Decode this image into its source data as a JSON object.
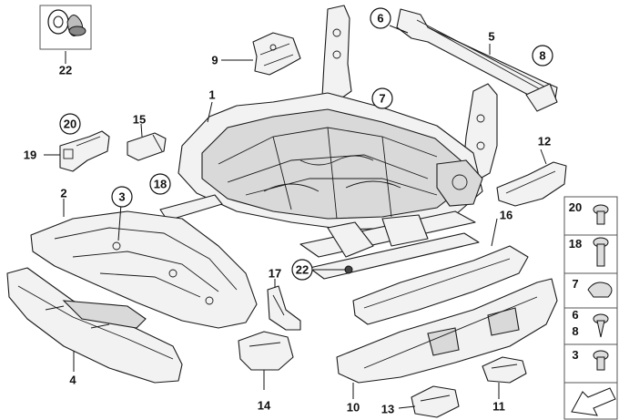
{
  "callouts": [
    {
      "id": "c22-top",
      "text": "22",
      "circled": false
    },
    {
      "id": "c9",
      "text": "9",
      "circled": false
    },
    {
      "id": "c6",
      "text": "6",
      "circled": true
    },
    {
      "id": "c5",
      "text": "5",
      "circled": false
    },
    {
      "id": "c8",
      "text": "8",
      "circled": true
    },
    {
      "id": "c1",
      "text": "1",
      "circled": false
    },
    {
      "id": "c7",
      "text": "7",
      "circled": true
    },
    {
      "id": "c20",
      "text": "20",
      "circled": true
    },
    {
      "id": "c15",
      "text": "15",
      "circled": false
    },
    {
      "id": "c19",
      "text": "19",
      "circled": false
    },
    {
      "id": "c12",
      "text": "12",
      "circled": false
    },
    {
      "id": "c18",
      "text": "18",
      "circled": true
    },
    {
      "id": "c2",
      "text": "2",
      "circled": false
    },
    {
      "id": "c3",
      "text": "3",
      "circled": true
    },
    {
      "id": "c16",
      "text": "16",
      "circled": false
    },
    {
      "id": "c17",
      "text": "17",
      "circled": false
    },
    {
      "id": "c22-mid",
      "text": "22",
      "circled": true
    },
    {
      "id": "c4",
      "text": "4",
      "circled": false
    },
    {
      "id": "c14",
      "text": "14",
      "circled": false
    },
    {
      "id": "c10",
      "text": "10",
      "circled": false
    },
    {
      "id": "c13",
      "text": "13",
      "circled": false
    },
    {
      "id": "c11",
      "text": "11",
      "circled": false
    }
  ],
  "fastener_panel": [
    {
      "label": "20",
      "icon": "torx-bolt-icon"
    },
    {
      "label": "18",
      "icon": "long-bolt-icon"
    },
    {
      "label": "7",
      "icon": "clip-icon"
    },
    {
      "label": "6\n8",
      "lines": [
        "6",
        "8"
      ],
      "icon": "screw-icon"
    },
    {
      "label": "3",
      "icon": "short-bolt-icon"
    }
  ],
  "colors": {
    "line": "#111111",
    "fill": "#f2f2f2",
    "box": "#555555"
  }
}
